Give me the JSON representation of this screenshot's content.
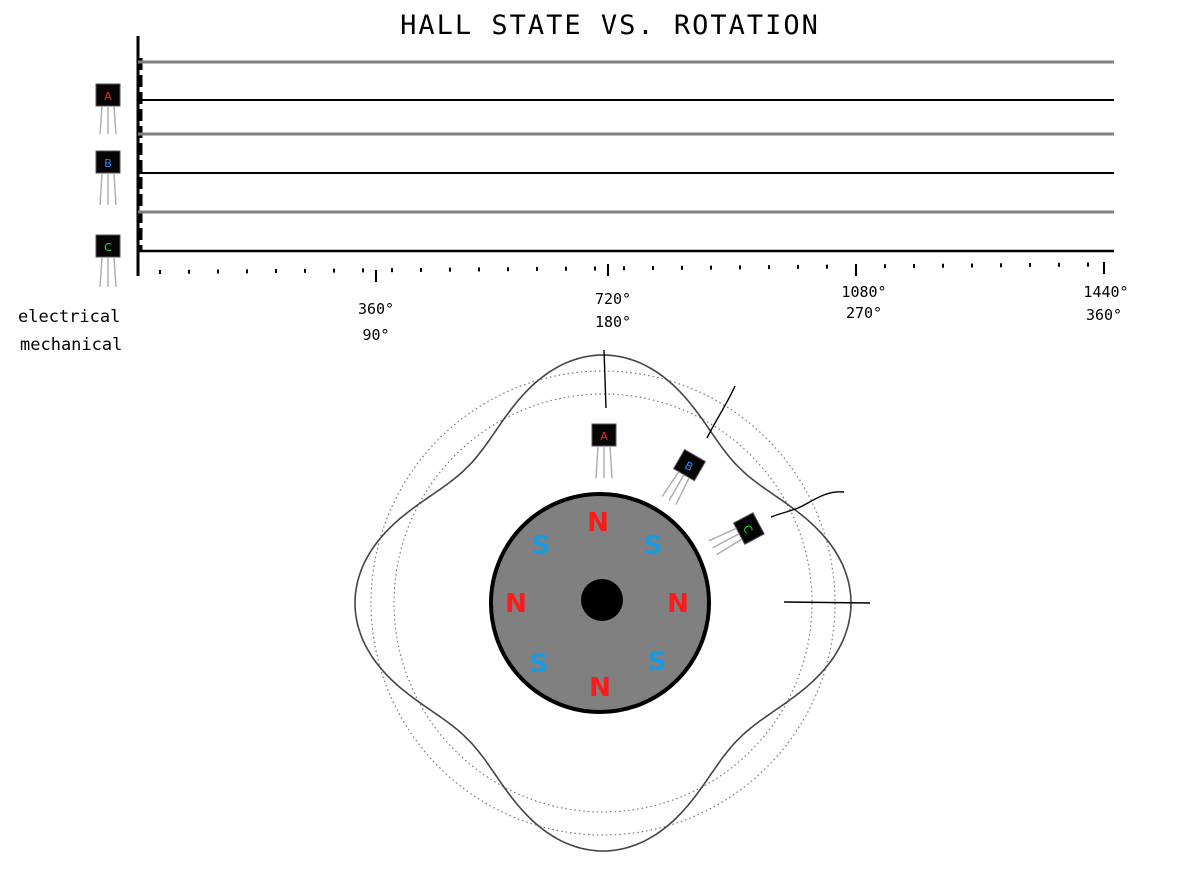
{
  "title": "HALL STATE VS. ROTATION",
  "axis": {
    "row_labels": [
      "electrical",
      "mechanical"
    ],
    "ticks": [
      {
        "electrical": "360°",
        "mechanical": "90°"
      },
      {
        "electrical": "720°",
        "mechanical": "180°"
      },
      {
        "electrical": "1080°",
        "mechanical": "270°"
      },
      {
        "electrical": "1440°",
        "mechanical": "360°"
      }
    ]
  },
  "sensors": [
    {
      "label": "A",
      "color": "#ff2020"
    },
    {
      "label": "B",
      "color": "#2a8cff"
    },
    {
      "label": "C",
      "color": "#22dd22"
    }
  ],
  "rotor": {
    "poles": [
      "N",
      "S",
      "N",
      "S",
      "N",
      "S",
      "N",
      "S"
    ],
    "n_color": "#ff1a1a",
    "s_color": "#1a9ae0",
    "body_color": "#808080"
  },
  "colors": {
    "line_dark": "#000000",
    "line_gray": "#808080"
  }
}
